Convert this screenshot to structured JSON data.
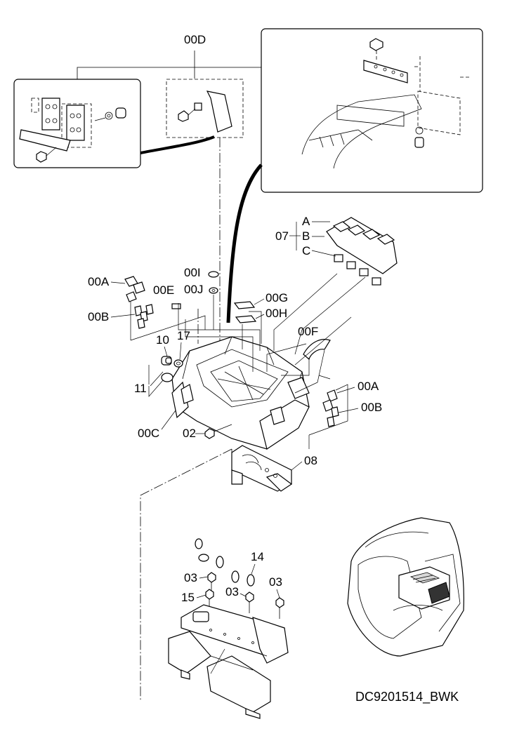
{
  "drawing_code": "DC9201514_BWK",
  "callouts": {
    "c00D": "00D",
    "c07": "07",
    "cA": "A",
    "cB": "B",
    "cC": "C",
    "c00A_left": "00A",
    "c00B_left": "00B",
    "c00E": "00E",
    "c00I": "00I",
    "c00J": "00J",
    "c00G": "00G",
    "c00H": "00H",
    "c00F": "00F",
    "c10": "10",
    "c17": "17",
    "c11": "11",
    "c00A_right": "00A",
    "c00B_right": "00B",
    "c00C": "00C",
    "c02": "02",
    "c08": "08",
    "c14": "14",
    "c03_a": "03",
    "c03_b": "03",
    "c03_c": "03",
    "c15": "15"
  }
}
